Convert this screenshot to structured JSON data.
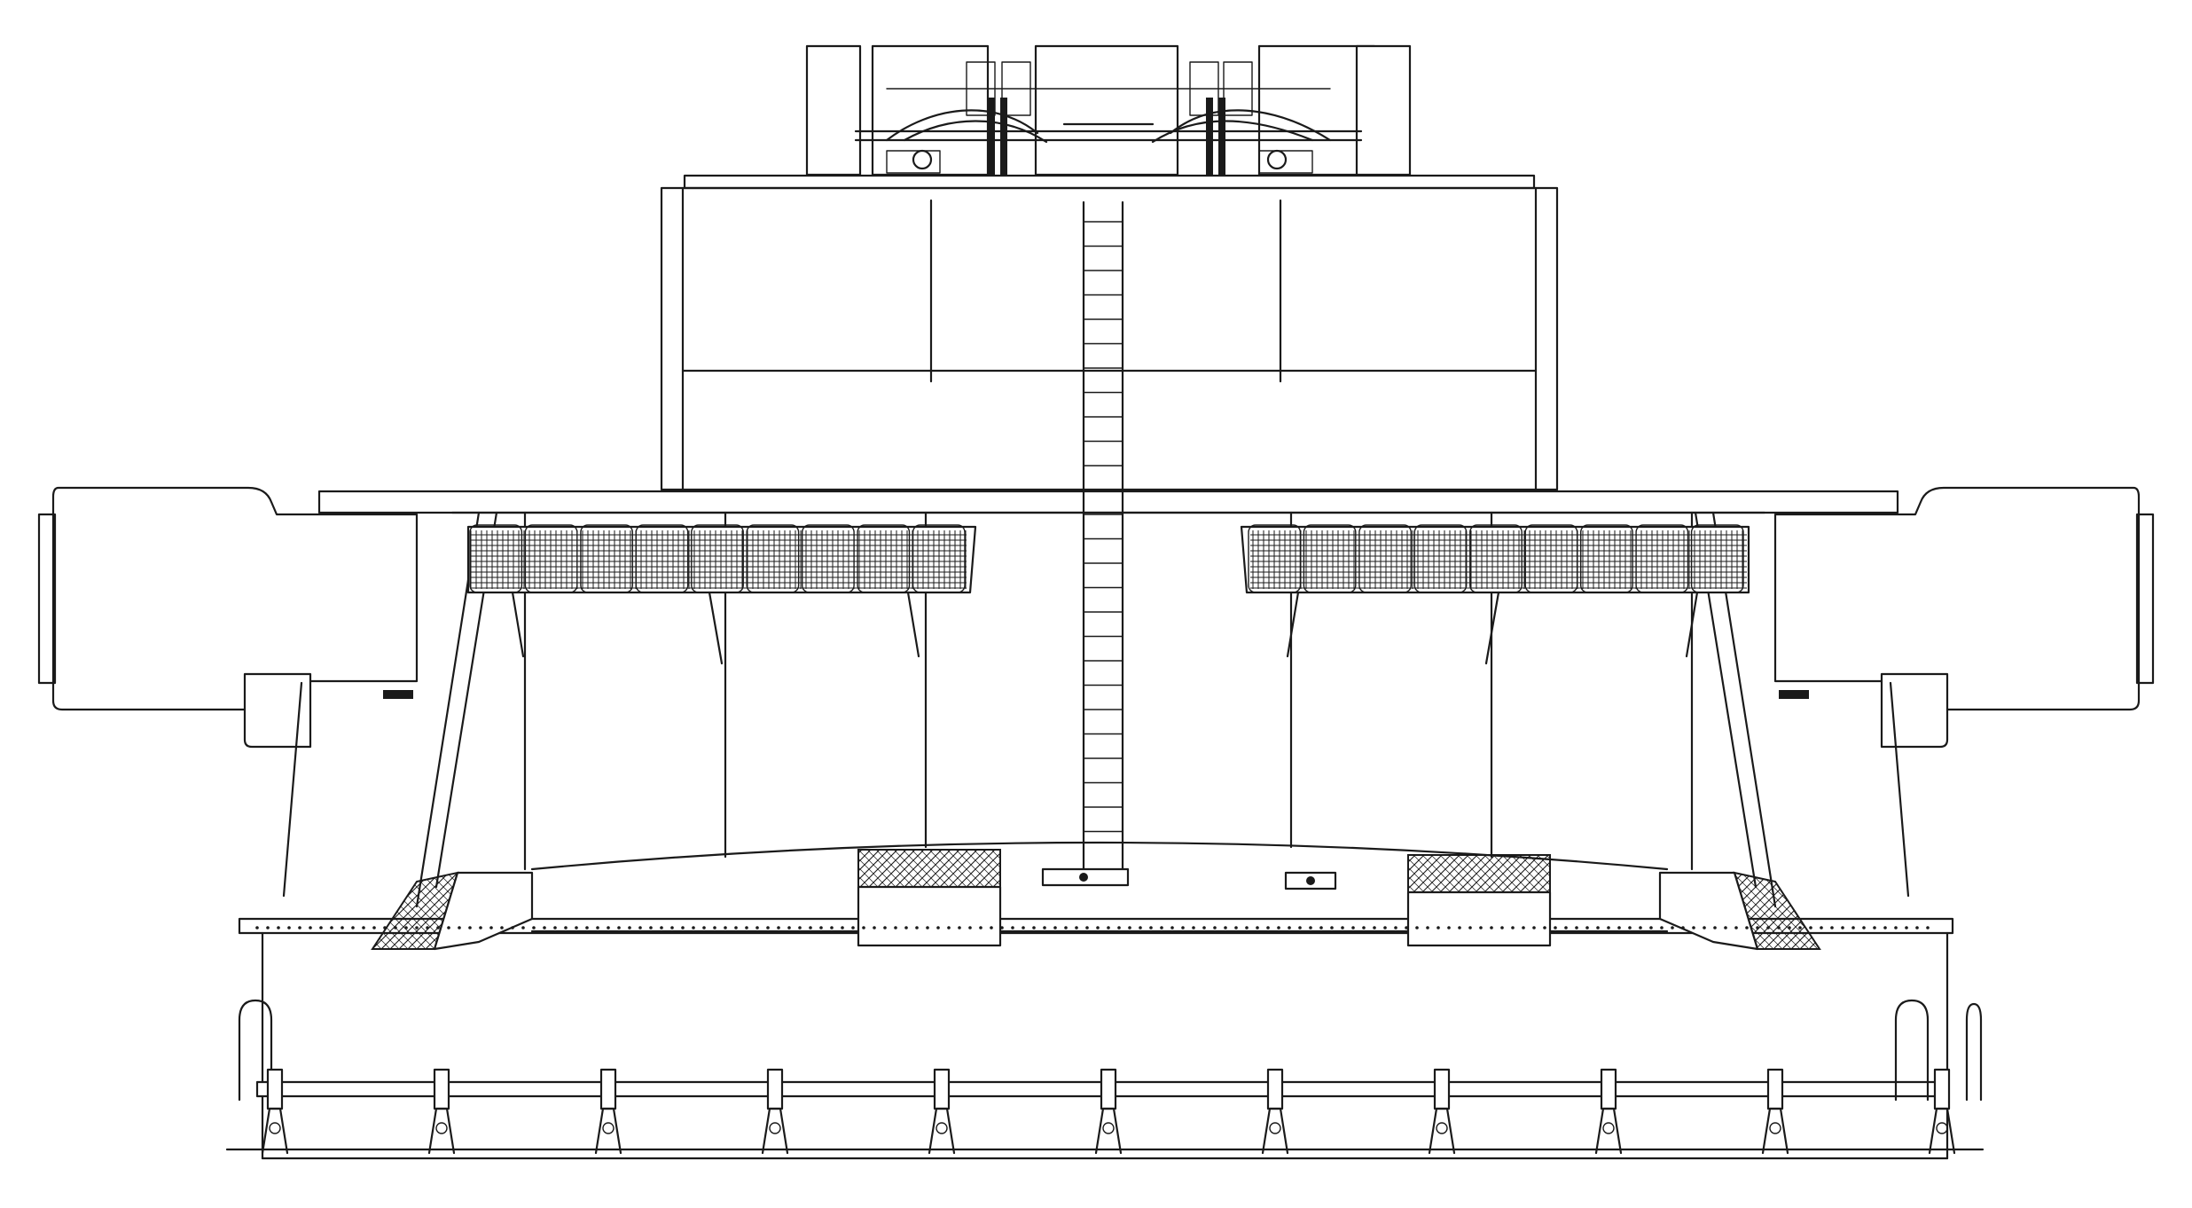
{
  "drawing": {
    "subject": "tank-module-side-elevation",
    "line_color": "#1a1a1a",
    "background_color": "#ffffff",
    "text_labels": []
  },
  "components": {
    "top_equipment": {
      "icon": "valve-manifold-icon"
    },
    "ladder": {
      "rungs": 26
    },
    "fender_baskets": {
      "left_count": 9,
      "right_count": 9
    },
    "base_rail_stanchions": {
      "count": 11
    },
    "perforation_dots": {
      "shown": true
    }
  }
}
